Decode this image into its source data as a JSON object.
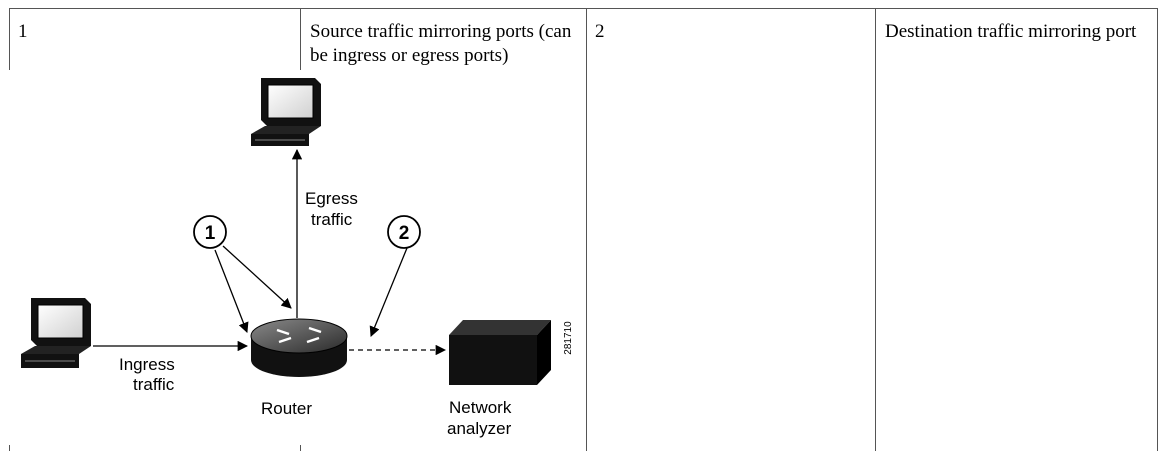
{
  "table": {
    "cells": [
      {
        "id": "1",
        "text": "1"
      },
      {
        "id": "2",
        "text": "Source traffic mirroring ports (can be ingress or egress ports)"
      },
      {
        "id": "3",
        "text": "2"
      },
      {
        "id": "4",
        "text": "Destination traffic mirroring port"
      }
    ]
  },
  "diagram": {
    "egress_label_1": "Egress",
    "egress_label_2": "traffic",
    "ingress_label_1": "Ingress",
    "ingress_label_2": "traffic",
    "router_label": "Router",
    "analyzer_label_1": "Network",
    "analyzer_label_2": "analyzer",
    "callout_1": "1",
    "callout_2": "2",
    "figure_id": "281710"
  }
}
